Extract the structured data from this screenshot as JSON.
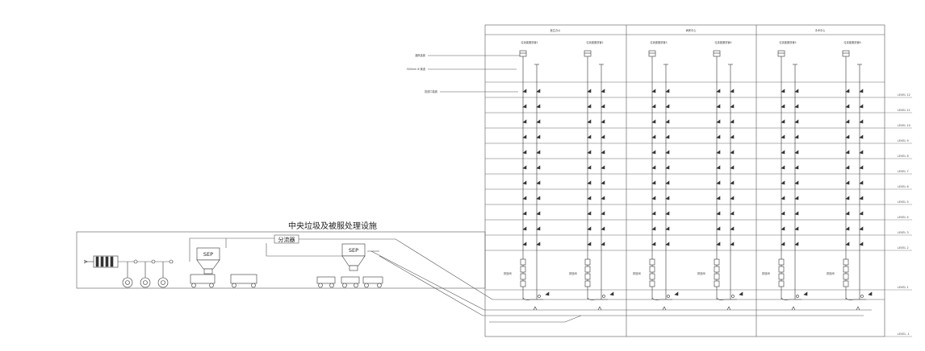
{
  "facility_title": "中央垃圾及被服处理设施",
  "diverter_label": "分流器",
  "separator_label": "SEP",
  "zone_headers": [
    "医生办公",
    "病房中心",
    "手术中心"
  ],
  "riser_labels": [
    "垃圾被服双管1",
    "垃圾被服双管2",
    "垃圾被服双管3",
    "垃圾被服双管4",
    "垃圾被服双管5",
    "垃圾被服双管6"
  ],
  "left_callouts": [
    "通风装置",
    "500mm Φ 管道",
    "投放口装置"
  ],
  "valve_labels": [
    "排放阀",
    "排放阀",
    "排放阀",
    "排放阀",
    "排放阀",
    "排放阀"
  ],
  "levels": [
    "LEVEL 12",
    "LEVEL 11",
    "LEVEL 10",
    "LEVEL 9",
    "LEVEL 8",
    "LEVEL 7",
    "LEVEL 6",
    "LEVEL 5",
    "LEVEL 4",
    "LEVEL 3",
    "LEVEL 2",
    "LEVEL 1",
    "LEVEL -1"
  ]
}
